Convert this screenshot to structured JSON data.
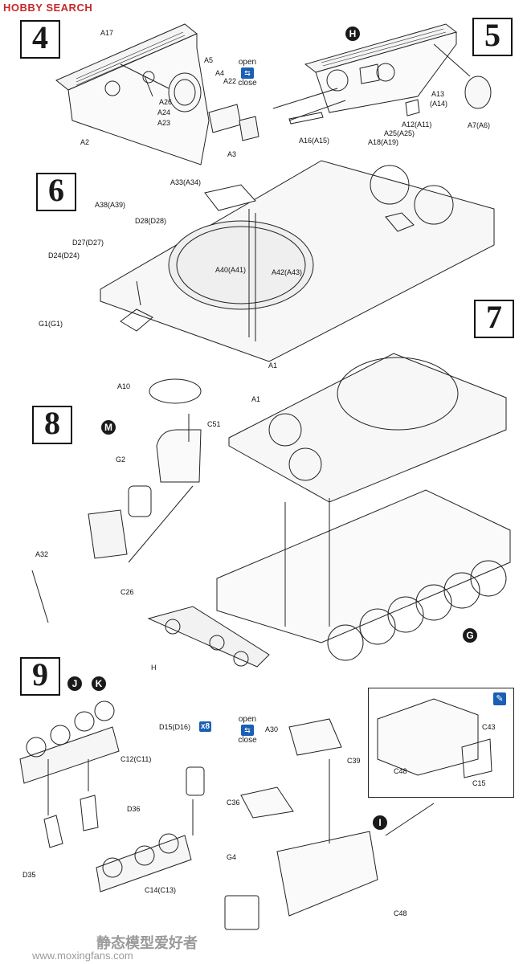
{
  "watermark": {
    "brand": "HOBBY SEARCH",
    "site_cn": "静态模型爱好者",
    "site_url": "www.moxingfans.com"
  },
  "steps": {
    "s4": "4",
    "s5": "5",
    "s6": "6",
    "s7": "7",
    "s8": "8",
    "s9": "9"
  },
  "badges": {
    "H": "H",
    "M": "M",
    "G": "G",
    "J": "J",
    "K": "K",
    "I": "I"
  },
  "open_close": {
    "open": "open",
    "close": "close"
  },
  "multiplier": "x8",
  "labels": {
    "A17": "A17",
    "A5": "A5",
    "A4": "A4",
    "A22": "A22",
    "A26": "A26",
    "A24": "A24",
    "A23": "A23",
    "A2": "A2",
    "A3": "A3",
    "A13": "A13",
    "A14": "(A14)",
    "A12": "A12(A11)",
    "A25": "A25(A25)",
    "A16": "A16(A15)",
    "A18": "A18(A19)",
    "A7": "A7(A6)",
    "A33": "A33(A34)",
    "A38": "A38(A39)",
    "D28": "D28(D28)",
    "D27": "D27(D27)",
    "D24": "D24(D24)",
    "A40": "A40(A41)",
    "A42": "A42(A43)",
    "G1": "G1(G1)",
    "A1_6": "A1",
    "A10": "A10",
    "C51": "C51",
    "G2": "G2",
    "A32": "A32",
    "C26": "C26",
    "A1_7": "A1",
    "H_lbl": "H",
    "C12": "C12(C11)",
    "D36": "D36",
    "D35": "D35",
    "C14": "C14(C13)",
    "D15": "D15(D16)",
    "A30": "A30",
    "C39": "C39",
    "C36": "C36",
    "G4": "G4",
    "C48_main": "C48",
    "C48_inset": "C48",
    "C43": "C43",
    "C15": "C15"
  }
}
